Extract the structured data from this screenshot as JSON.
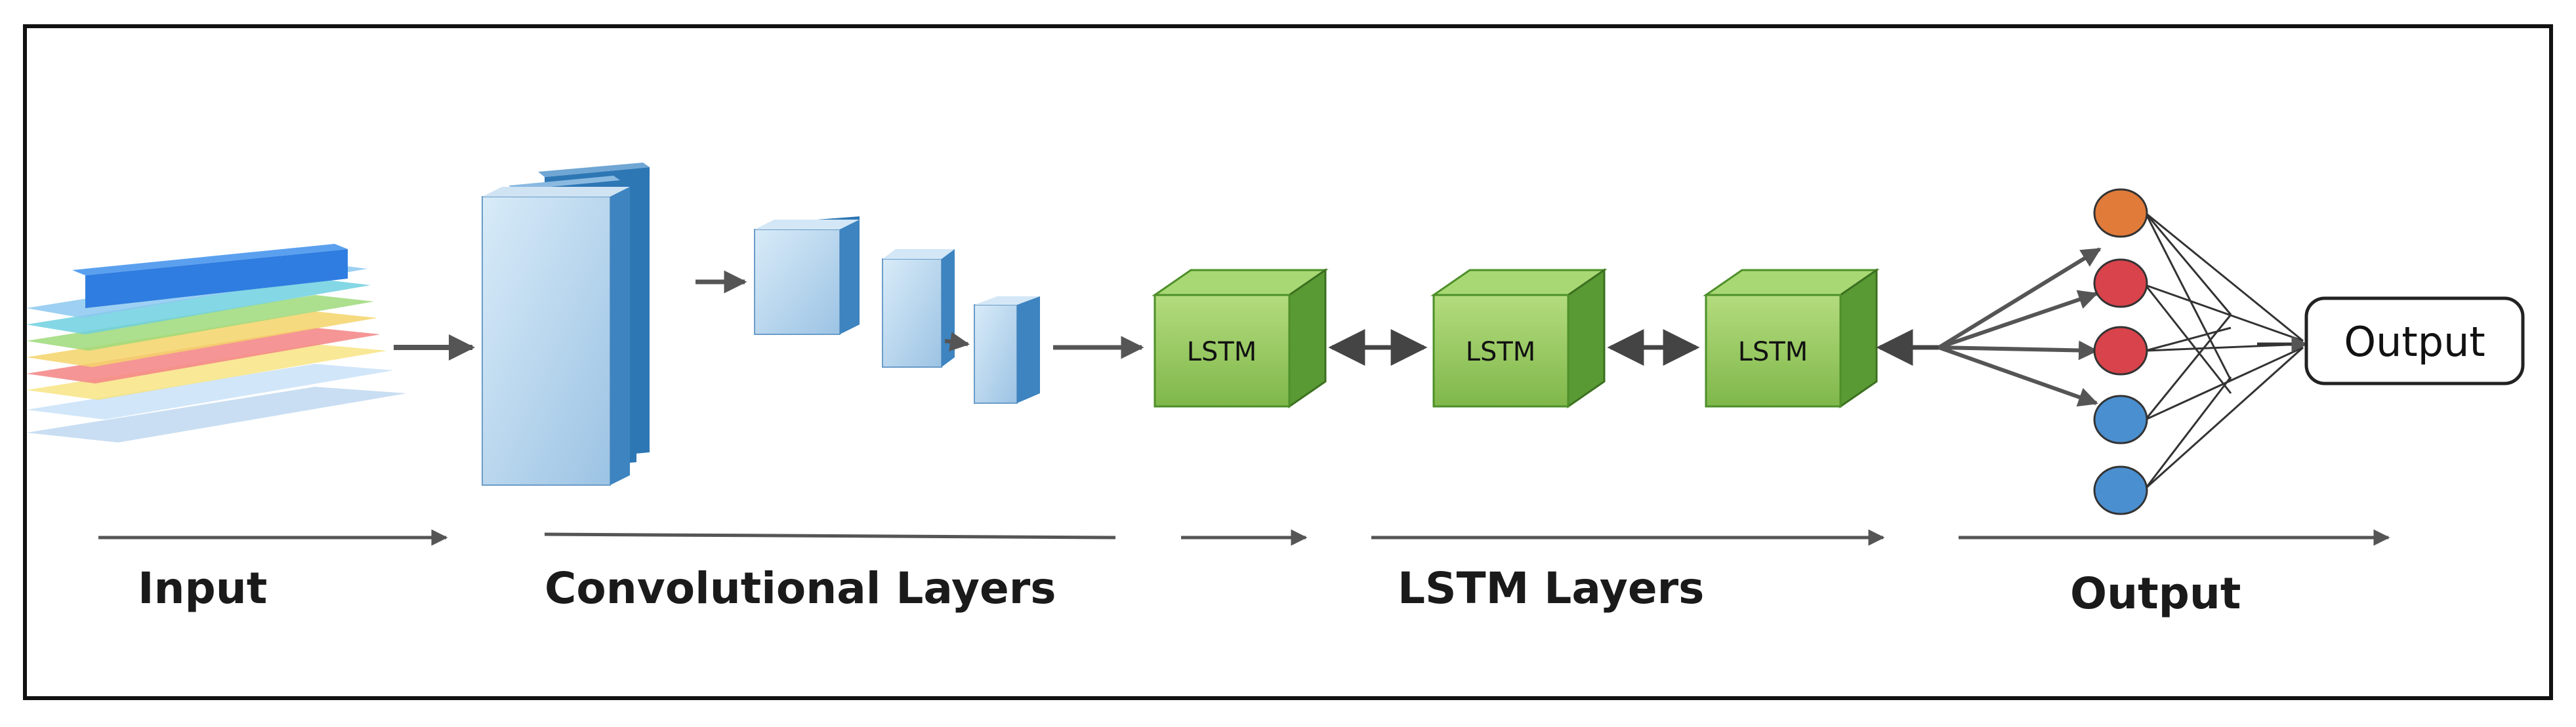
{
  "stage_labels": {
    "input": "Input",
    "conv": "Convolutional Layers",
    "lstm": "LSTM Layers",
    "output": "Output"
  },
  "lstm_blocks": [
    "LSTM",
    "LSTM",
    "LSTM"
  ],
  "output_box": "Output",
  "colors": {
    "conv_front": "#bcd8ef",
    "conv_side": "#2e77b5",
    "lstm_front": "#9ccc65",
    "lstm_side": "#4e8f2a",
    "node_orange": "#e07b39",
    "node_red": "#d9434b",
    "node_blue": "#4a8fd0",
    "arrow": "#555555"
  }
}
